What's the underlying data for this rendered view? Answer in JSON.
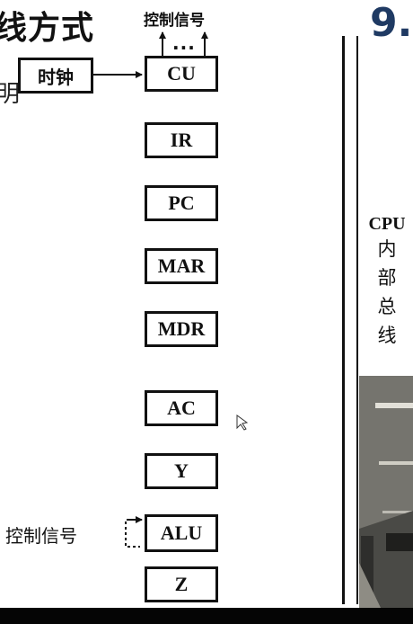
{
  "heading": "线方式",
  "edge_char": "明",
  "slide_number": "9.",
  "clock": {
    "label": "时钟"
  },
  "control_signal_top": "控制信号",
  "control_dots": "...",
  "control_signal_left": "控制信号",
  "registers": [
    "CU",
    "IR",
    "PC",
    "MAR",
    "MDR",
    "AC",
    "Y",
    "ALU",
    "Z"
  ],
  "cpu_bus": {
    "title": "CPU",
    "chars": [
      "内",
      "部",
      "总",
      "线"
    ]
  }
}
